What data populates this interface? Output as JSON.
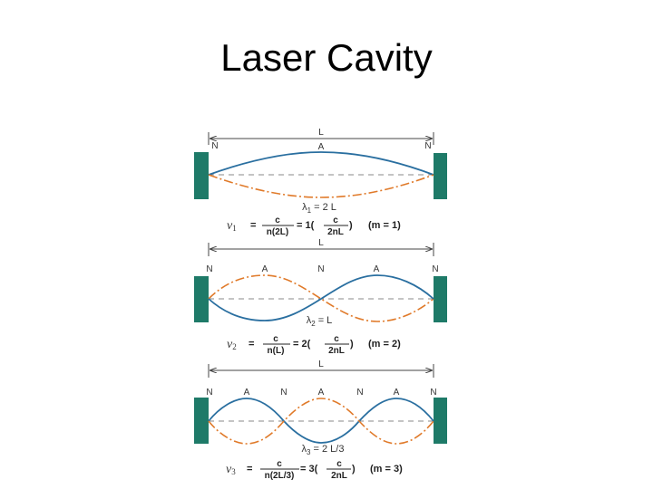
{
  "title": "Laser Cavity",
  "colors": {
    "mirror": "#1e7a68",
    "wave_solid": "#2a6fa0",
    "wave_dashdot": "#e07a2a",
    "axis": "#777777",
    "arrow": "#444444"
  },
  "modes": [
    {
      "length_label": "L",
      "node_labels": [
        "N",
        "A",
        "N"
      ],
      "lambda": {
        "symbol": "λ",
        "sub": "1",
        "rest": " = 2 L"
      },
      "nu": {
        "symbol": "ν",
        "sub": "1"
      },
      "num": "c",
      "den": "n(2L)",
      "mult": "= 1(",
      "num2": "c",
      "den2": "2nL",
      "close": ")",
      "m": "(m = 1)"
    },
    {
      "length_label": "L",
      "node_labels": [
        "N",
        "A",
        "N",
        "A",
        "N"
      ],
      "lambda": {
        "symbol": "λ",
        "sub": "2",
        "rest": " = L"
      },
      "nu": {
        "symbol": "ν",
        "sub": "2"
      },
      "num": "c",
      "den": "n(L)",
      "mult": "= 2(",
      "num2": "c",
      "den2": "2nL",
      "close": ")",
      "m": "(m = 2)"
    },
    {
      "length_label": "L",
      "node_labels": [
        "N",
        "A",
        "N",
        "A",
        "N",
        "A",
        "N"
      ],
      "lambda": {
        "symbol": "λ",
        "sub": "3",
        "rest": " = 2 L/3"
      },
      "nu": {
        "symbol": "ν",
        "sub": "3"
      },
      "num": "c",
      "den": "n(2L/3)",
      "mult": "= 3(",
      "num2": "c",
      "den2": "2nL",
      "close": ")",
      "m": "(m = 3)"
    }
  ]
}
